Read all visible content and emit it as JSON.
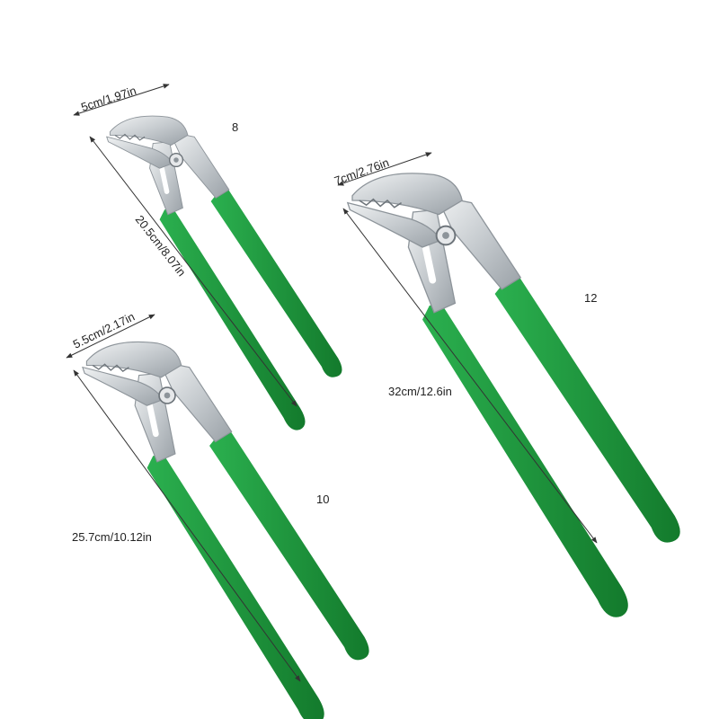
{
  "colors": {
    "background": "#ffffff",
    "handle": "#1f9a3f",
    "handle_dark": "#137a2c",
    "steel": "#cfd3d6",
    "steel_dark": "#8d949a",
    "dimension_line": "#333333"
  },
  "pliers": [
    {
      "size_label": "8",
      "width_label": "5cm/1.97in",
      "length_label": "20.5cm/8.07in"
    },
    {
      "size_label": "12",
      "width_label": "7cm/2.76in",
      "length_label": "32cm/12.6in"
    },
    {
      "size_label": "10",
      "width_label": "5.5cm/2.17in",
      "length_label": "25.7cm/10.12in"
    }
  ]
}
